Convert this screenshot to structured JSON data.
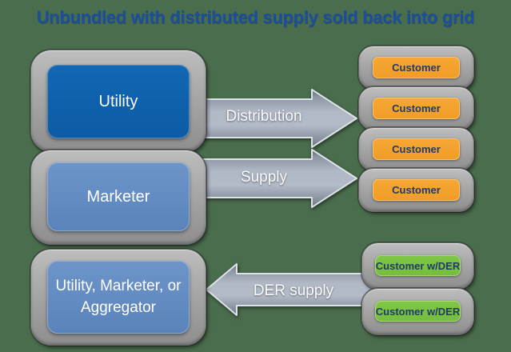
{
  "title": "Unbundled with distributed supply sold back into grid",
  "providers": {
    "utility": {
      "label": "Utility",
      "fill": "#0f61ad"
    },
    "marketer": {
      "label": "Marketer",
      "fill": "#6190c4"
    },
    "aggregator": {
      "line1": "Utility, Marketer, or",
      "line2": "Aggregator",
      "fill": "#6190c4"
    }
  },
  "flows": {
    "distribution": {
      "label": "Distribution",
      "direction": "right"
    },
    "supply": {
      "label": "Supply",
      "direction": "right"
    },
    "der_supply": {
      "label": "DER supply",
      "direction": "left"
    }
  },
  "customers": {
    "fill": "#f5a12d",
    "items": [
      "Customer",
      "Customer",
      "Customer",
      "Customer"
    ]
  },
  "der_customers": {
    "fill": "#7cc342",
    "items": [
      "Customer w/DER",
      "Customer w/DER"
    ]
  },
  "colors": {
    "background": "#4a6d4d",
    "title_text": "#1b4e9e",
    "shell_gray": "#a7a7a7",
    "arrow_gray": "#aab4c1",
    "label_navy": "#203a69",
    "arrow_text": "#fbfbfd",
    "box_text": "#ffffff"
  }
}
